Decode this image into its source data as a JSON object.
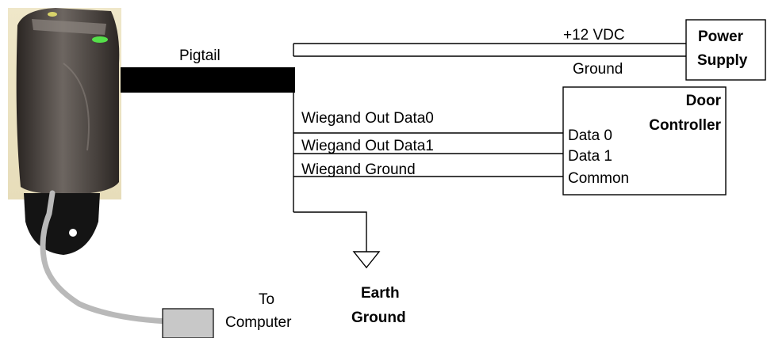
{
  "pigtail_label": "Pigtail",
  "power_wire_label": "+12 VDC",
  "ground_wire_label": "Ground",
  "power_supply": {
    "line1": "Power",
    "line2": "Supply"
  },
  "door_controller": {
    "line1": "Door",
    "line2": "Controller",
    "terminals": [
      "Data 0",
      "Data 1",
      "Common"
    ]
  },
  "wiegand_wires": [
    "Wiegand Out Data0",
    "Wiegand Out Data1",
    "Wiegand Ground"
  ],
  "earth_ground": {
    "line1": "Earth",
    "line2": "Ground"
  },
  "computer": {
    "line1": "To",
    "line2": "Computer"
  }
}
